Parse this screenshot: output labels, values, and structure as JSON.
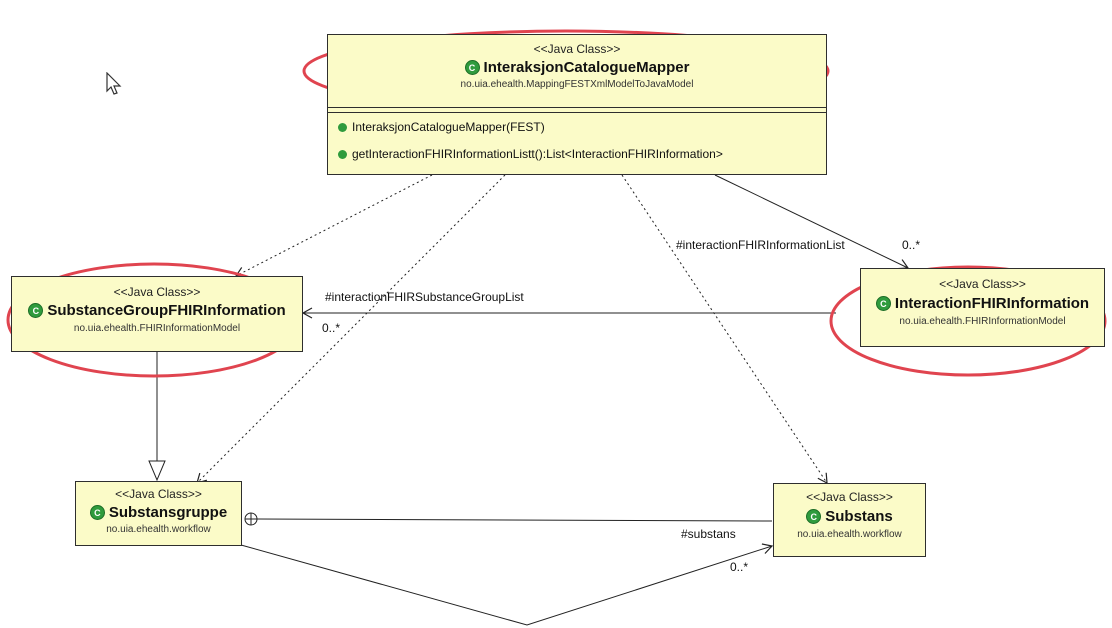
{
  "classes": {
    "mapper": {
      "stereotype": "<<Java Class>>",
      "name": "InteraksjonCatalogueMapper",
      "package": "no.uia.ehealth.MappingFESTXmlModelToJavaModel",
      "operations": [
        "InteraksjonCatalogueMapper(FEST)",
        "getInteractionFHIRInformationListt():List<InteractionFHIRInformation>"
      ]
    },
    "substance_group_fhir": {
      "stereotype": "<<Java Class>>",
      "name": "SubstanceGroupFHIRInformation",
      "package": "no.uia.ehealth.FHIRInformationModel"
    },
    "interaction_fhir": {
      "stereotype": "<<Java Class>>",
      "name": "InteractionFHIRInformation",
      "package": "no.uia.ehealth.FHIRInformationModel"
    },
    "substansgruppe": {
      "stereotype": "<<Java Class>>",
      "name": "Substansgruppe",
      "package": "no.uia.ehealth.workflow"
    },
    "substans": {
      "stereotype": "<<Java Class>>",
      "name": "Substans",
      "package": "no.uia.ehealth.workflow"
    }
  },
  "labels": {
    "interaction_list": "#interactionFHIRInformationList",
    "interaction_list_mult": "0..*",
    "substance_group_list": "#interactionFHIRSubstanceGroupList",
    "substance_group_mult": "0..*",
    "substans": "#substans",
    "substans_mult": "0..*"
  },
  "icons": {
    "class_icon": "C",
    "constructor_icon": "c"
  },
  "colors": {
    "class_fill": "#fbfbc8",
    "highlight": "#e0444f",
    "class_icon": "#2f9b3d"
  }
}
